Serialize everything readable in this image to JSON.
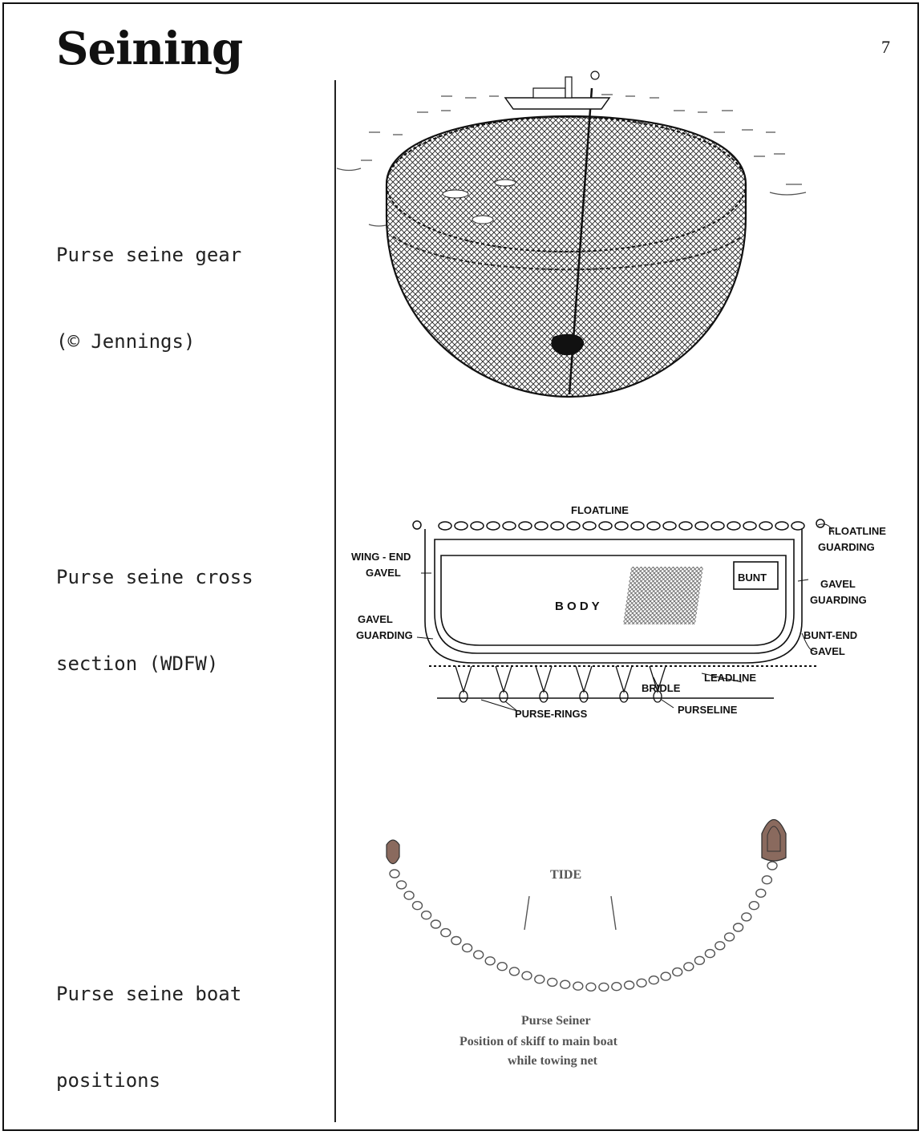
{
  "page": {
    "title": "Seining",
    "page_number": "7"
  },
  "captions": {
    "gear_line1": "Purse seine gear",
    "gear_line2": "(© Jennings)",
    "cross_line1": "Purse seine cross",
    "cross_line2": "section (WDFW)",
    "boat_line1": "Purse seine boat",
    "boat_line2": "positions"
  },
  "cross_section": {
    "floatline": "FLOATLINE",
    "floatline_guarding_1": "FLOATLINE",
    "floatline_guarding_2": "GUARDING",
    "wing_end_gavel_1": "WING - END",
    "wing_end_gavel_2": "GAVEL",
    "bunt": "BUNT",
    "gavel_guarding_r1": "GAVEL",
    "gavel_guarding_r2": "GUARDING",
    "body": "B O D Y",
    "gavel_guarding_l1": "GAVEL",
    "gavel_guarding_l2": "GUARDING",
    "bunt_end_gavel_1": "BUNT-END",
    "bunt_end_gavel_2": "GAVEL",
    "leadline": "LEADLINE",
    "bridle": "BRIDLE",
    "purseline": "PURSELINE",
    "purse_rings": "PURSE-RINGS"
  },
  "boat_positions": {
    "tide": "TIDE",
    "caption_1": "Purse Seiner",
    "caption_2": "Position of skiff to main boat",
    "caption_3": "while towing net"
  }
}
